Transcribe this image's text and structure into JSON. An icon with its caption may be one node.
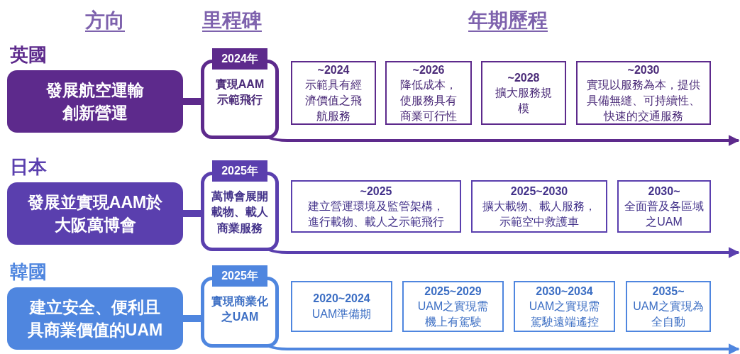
{
  "diagram": {
    "nodes": [
      {
        "text": [
          "發展航空運輸創新營運"
        ]
      },
      {
        "text": [
          "2024年",
          "實現AAM示範飛行"
        ]
      },
      {
        "text": [
          "~2024",
          "示範具有經濟價值之飛航服務"
        ]
      },
      {
        "text": [
          "~2026",
          "降低成本，使服務具有商業可行性"
        ]
      },
      {
        "text": [
          "~2028",
          "擴大服務規模"
        ]
      },
      {
        "text": [
          "~2030",
          "實現以服務為本，提供具備無縫、可持續性、快速的交通服務"
        ]
      },
      {
        "text": [
          "發展並實現AAM於大阪萬博會"
        ]
      },
      {
        "text": [
          "2025年",
          "萬博會展開載物、載人商業服務"
        ]
      },
      {
        "text": [
          "~2025",
          "建立營運環境及監管架構，進行載物、載人之示範飛行"
        ]
      },
      {
        "text": [
          "2025~2030",
          "擴大載物、載人服務，示範空中救護車"
        ]
      },
      {
        "text": [
          "2030~",
          "全面普及各區域之UAM"
        ]
      },
      {
        "text": [
          "建立安全、便利且具商業價值的UAM"
        ]
      },
      {
        "text": [
          "2025年",
          "實現商業化之UAM"
        ]
      },
      {
        "text": [
          "2020~2024",
          "UAM準備期"
        ]
      },
      {
        "text": [
          "2025~2029",
          "UAM之實現需機上有駕駛"
        ]
      },
      {
        "text": [
          "2030~2034",
          "UAM之實現需駕駛遠端遙控"
        ]
      },
      {
        "text": [
          "2035~",
          "UAM之實現為全自動"
        ]
      }
    ],
    "edges": [
      {
        "from": 0,
        "to": 1,
        "arrow": "none",
        "style": "thick"
      },
      {
        "from": 1,
        "to": null,
        "arrow": "to"
      },
      {
        "from": 6,
        "to": 7,
        "arrow": "none",
        "style": "thick"
      },
      {
        "from": 7,
        "to": null,
        "arrow": "to"
      },
      {
        "from": 11,
        "to": 12,
        "arrow": "none",
        "style": "thick",
        "color": "#4f86df"
      },
      {
        "from": 12,
        "to": null,
        "arrow": "to",
        "color": "#4f86df"
      }
    ],
    "labels": [
      "方向",
      "里程碑",
      "年期歷程",
      "英國",
      "日本",
      "韓國"
    ]
  }
}
